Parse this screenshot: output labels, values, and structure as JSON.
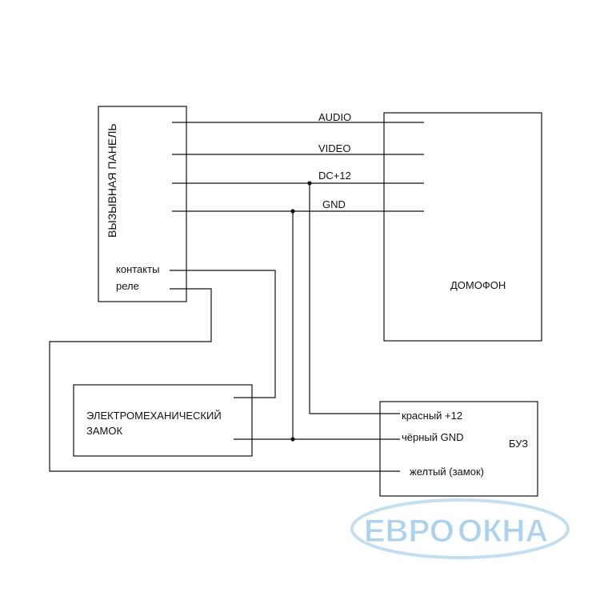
{
  "blocks": {
    "call_panel": "ВЫЗЫВНАЯ ПАНЕЛЬ",
    "relay_line1": "контакты",
    "relay_line2": "реле",
    "intercom": "ДОМОФОН",
    "lock_line1": "ЭЛЕКТРОМЕХАНИЧЕСКИЙ",
    "lock_line2": "ЗАМОК",
    "buz": "БУЗ"
  },
  "signals": {
    "audio": "AUDIO",
    "video": "VIDEO",
    "dc12": "DC+12",
    "gnd": "GND"
  },
  "buz_wires": {
    "red": "красный +12",
    "black": "чёрный GND",
    "yellow": "желтый (замок)"
  },
  "logo": {
    "word1": "ЕВРО",
    "word2": "ОКНА"
  },
  "colors": {
    "line": "#111111",
    "logo_fill": "#9ecbea",
    "logo_stroke": "#b9d9ef"
  }
}
